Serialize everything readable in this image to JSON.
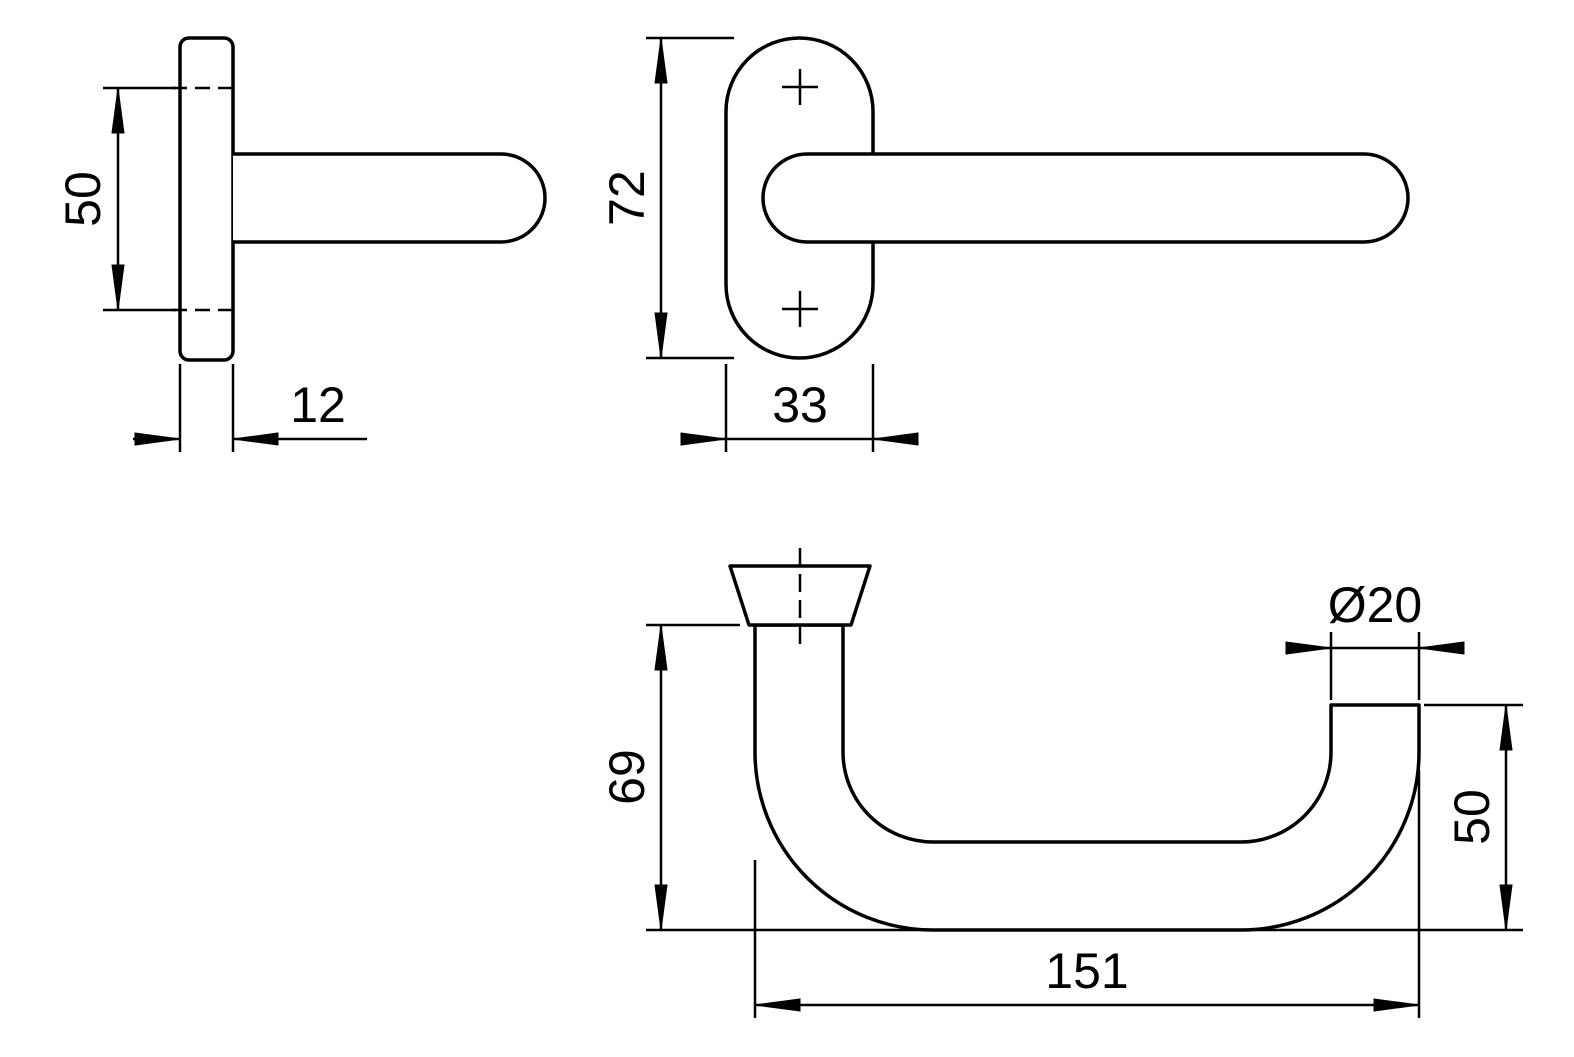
{
  "colors": {
    "line": "#000000",
    "background": "#ffffff"
  },
  "views": {
    "side": {
      "hole_spacing": "50",
      "rose_thickness": "12"
    },
    "front": {
      "rose_height": "72",
      "rose_width": "33"
    },
    "profile": {
      "height": "69",
      "grip_diameter": "Ø20",
      "end_height": "50",
      "projection_length": "151"
    }
  }
}
